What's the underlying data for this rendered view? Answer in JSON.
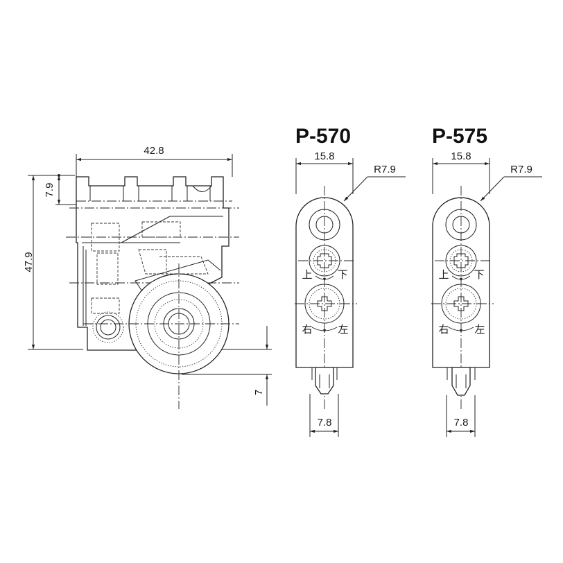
{
  "side_view": {
    "width_dim": "42.8",
    "height_dim": "47.9",
    "top_dim": "7.9",
    "bottom_dim": "7"
  },
  "parts": [
    {
      "model": "P-570",
      "width_dim": "15.8",
      "radius_dim": "R7.9",
      "bottom_width_dim": "7.8",
      "up_label": "上",
      "down_label": "下",
      "right_label": "右",
      "left_label": "左"
    },
    {
      "model": "P-575",
      "width_dim": "15.8",
      "radius_dim": "R7.9",
      "bottom_width_dim": "7.8",
      "up_label": "上",
      "down_label": "下",
      "right_label": "右",
      "left_label": "左"
    }
  ]
}
